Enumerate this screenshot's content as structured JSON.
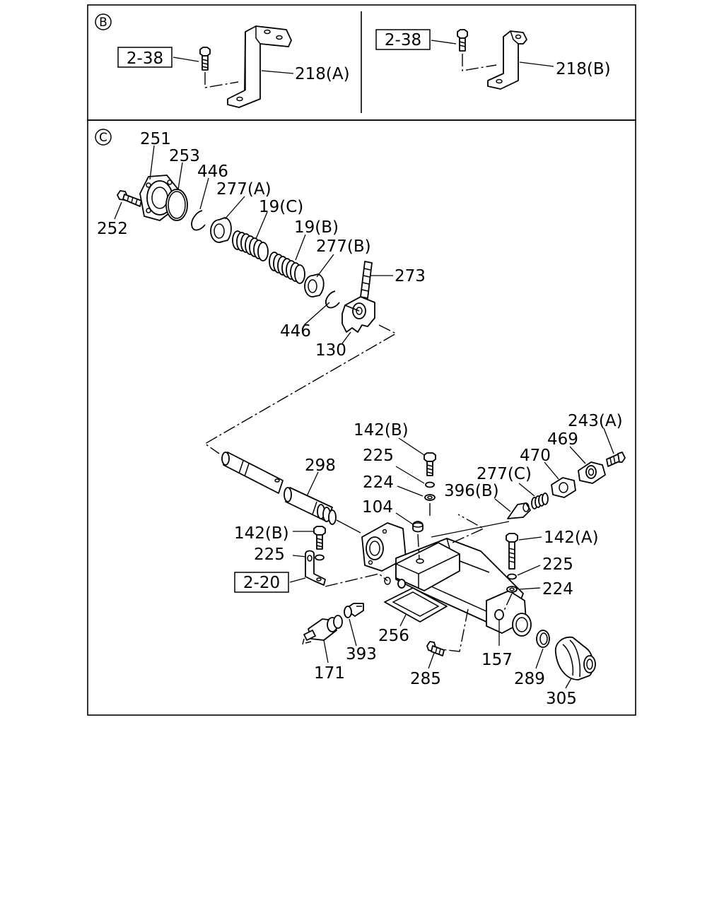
{
  "sections": {
    "b": {
      "marker": "B"
    },
    "c": {
      "marker": "C"
    }
  },
  "refs": {
    "ref_238_left": "2-38",
    "ref_238_right": "2-38",
    "ref_220": "2-20"
  },
  "labels": {
    "p218a": "218(A)",
    "p218b": "218(B)",
    "p251": "251",
    "p253": "253",
    "p446_top": "446",
    "p252": "252",
    "p277a": "277(A)",
    "p19c": "19(C)",
    "p19b": "19(B)",
    "p277b": "277(B)",
    "p273": "273",
    "p446_bottom": "446",
    "p130": "130",
    "p298": "298",
    "p142b_top": "142(B)",
    "p225_top": "225",
    "p224_top": "224",
    "p104": "104",
    "p396b": "396(B)",
    "p277c": "277(C)",
    "p470": "470",
    "p469": "469",
    "p243a": "243(A)",
    "p142a": "142(A)",
    "p225_right": "225",
    "p224_right": "224",
    "p142b_left": "142(B)",
    "p225_left": "225",
    "p256": "256",
    "p393": "393",
    "p171": "171",
    "p285": "285",
    "p157": "157",
    "p289": "289",
    "p305": "305"
  }
}
